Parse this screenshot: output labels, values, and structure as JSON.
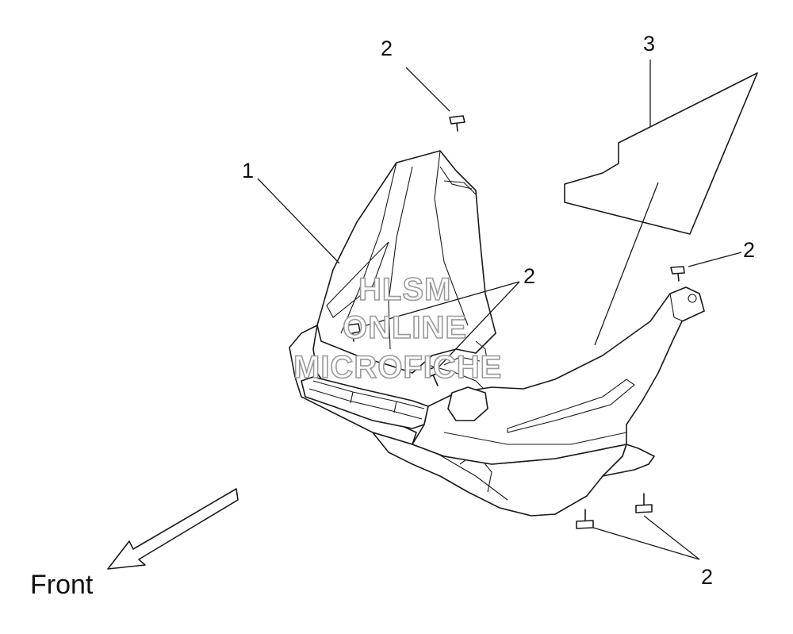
{
  "callouts": {
    "c1": "1",
    "c2_top": "2",
    "c2_center": "2",
    "c2_right": "2",
    "c2_bottom": "2",
    "c3": "3"
  },
  "front_label": "Front",
  "watermark": {
    "line1": "HLSM",
    "line2": "ONLINE",
    "line3": "MICROFICHE"
  }
}
